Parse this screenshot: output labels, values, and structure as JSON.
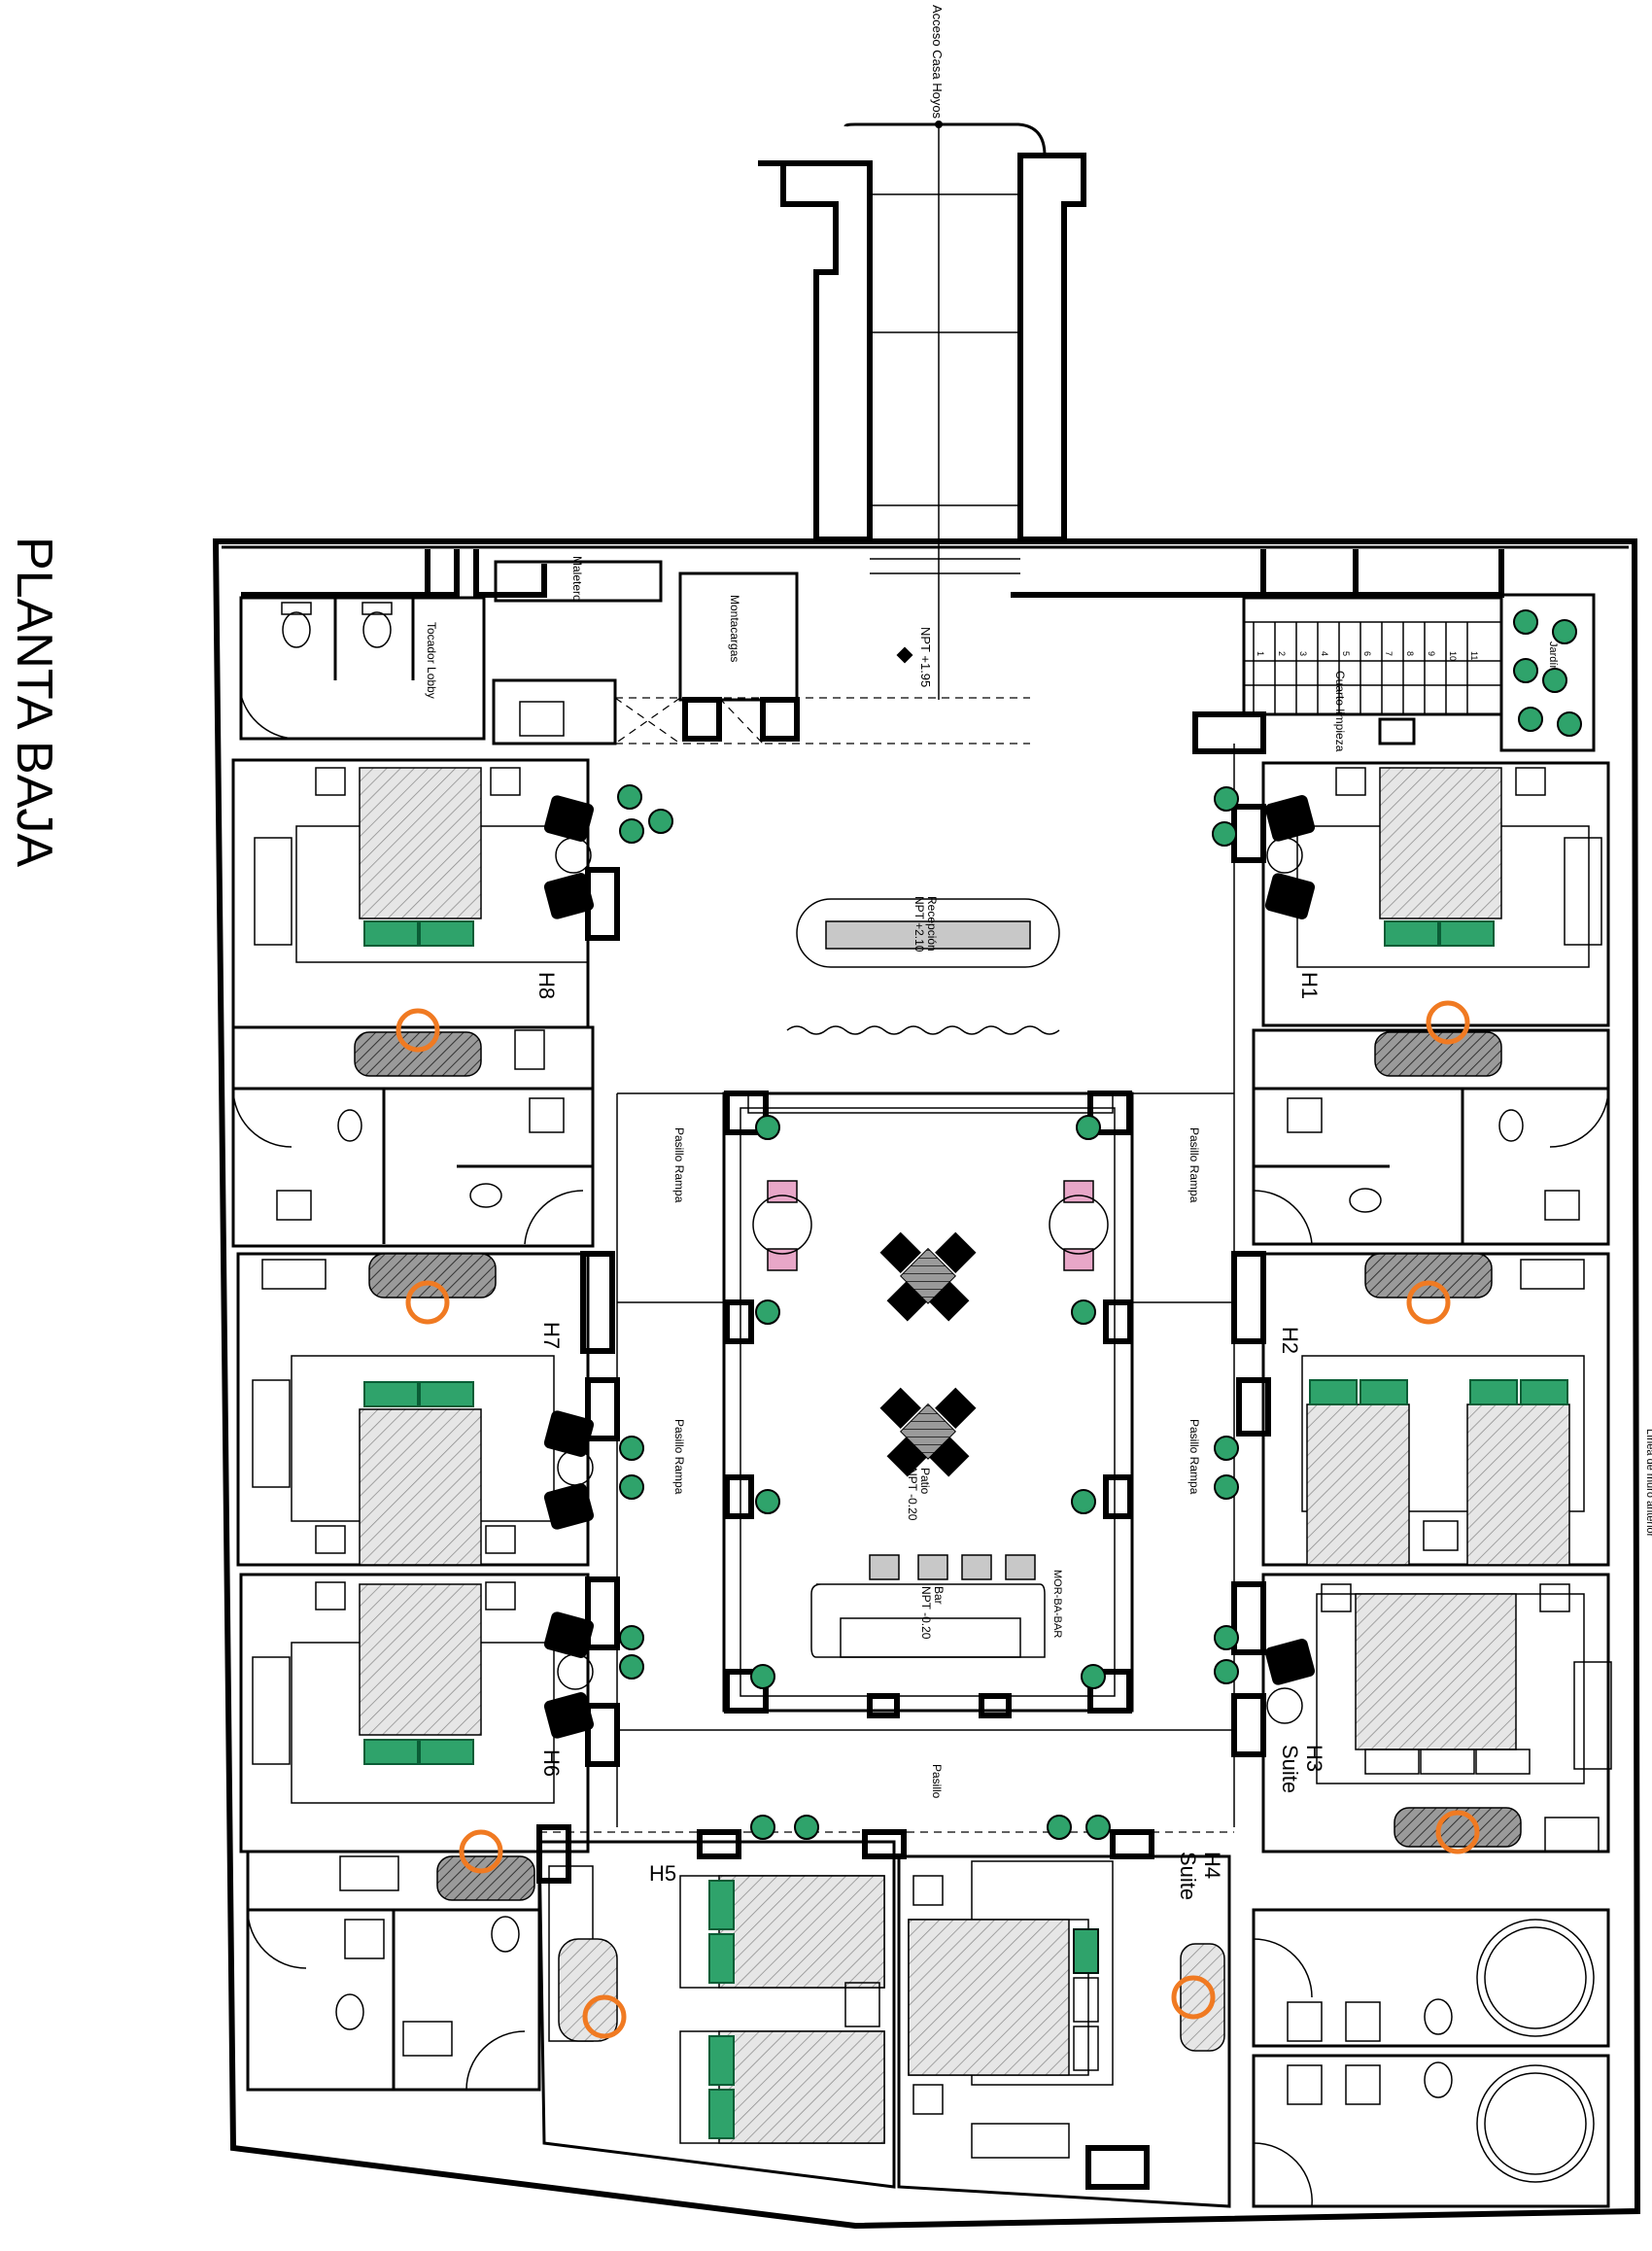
{
  "title": "PLANTA BAJA",
  "access_label": "Acceso Casa Hoyos",
  "levels": {
    "entry": "NPT +1.95",
    "reception": "NPT +2.10",
    "patio": "NPT -0.20",
    "bar": "NPT -0.20"
  },
  "spaces": {
    "toilets_lobby": "Tocador Lobby",
    "cleaning_store": "Cuarto limpieza",
    "freight_lift": "Montacargas",
    "valet": "Maletero",
    "garden": "Jardín",
    "reception": "Recepción",
    "patio": "Patio",
    "bar": "Bar",
    "bar_brand": "MOR-BA-BAR",
    "ramp_hall": "Pasillo Rampa",
    "hall": "Pasillo",
    "wall_note": "Línea de muro anterior"
  },
  "rooms": {
    "h1": "H1",
    "h2": "H2",
    "h3": "H3",
    "h3_sub": "Suite",
    "h4": "H4",
    "h4_sub": "Suite",
    "h5": "H5",
    "h6": "H6",
    "h7": "H7",
    "h8": "H8"
  },
  "stair_steps": [
    "1",
    "2",
    "3",
    "4",
    "5",
    "6",
    "7",
    "8",
    "9",
    "10",
    "11"
  ]
}
